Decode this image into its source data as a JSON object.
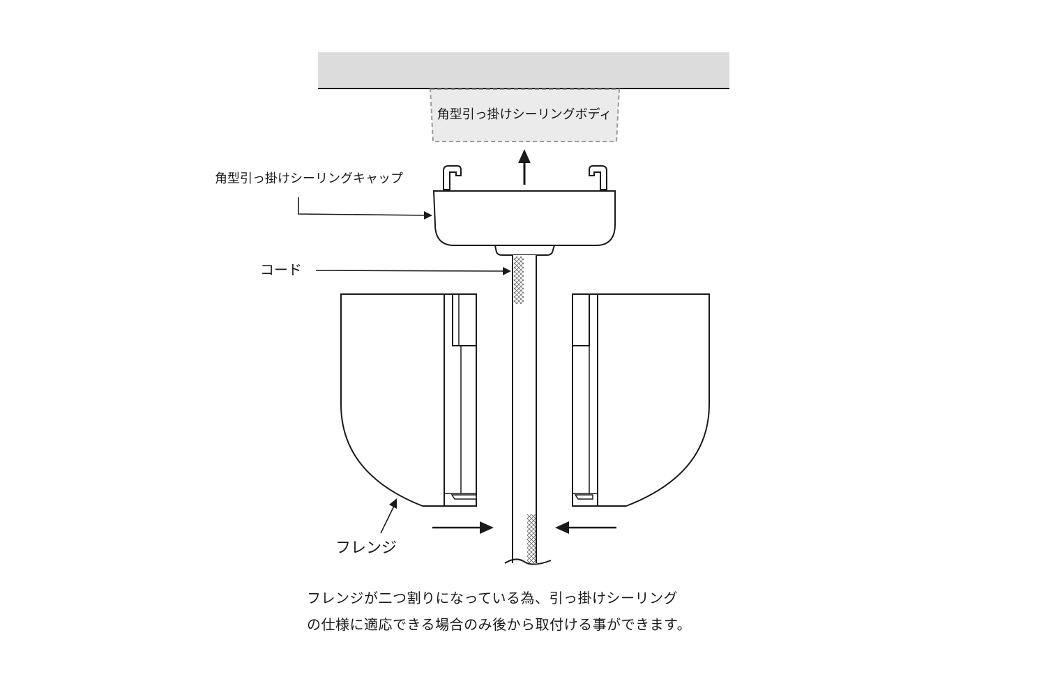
{
  "labels": {
    "ceiling_body": "角型引っ掛けシーリングボディ",
    "ceiling_cap": "角型引っ掛けシーリングキャップ",
    "cord": "コード",
    "flange": "フレンジ"
  },
  "caption": {
    "line1": "フレンジが二つ割りになっている為、引っ掛けシーリング",
    "line2": "の仕様に適応できる場合のみ後から取付ける事ができます。"
  },
  "colors": {
    "ceiling_fill": "#dcdcdc",
    "body_fill": "#ebebeb",
    "dashed_outline": "#9a9a9a",
    "line": "#1a1a1a"
  }
}
